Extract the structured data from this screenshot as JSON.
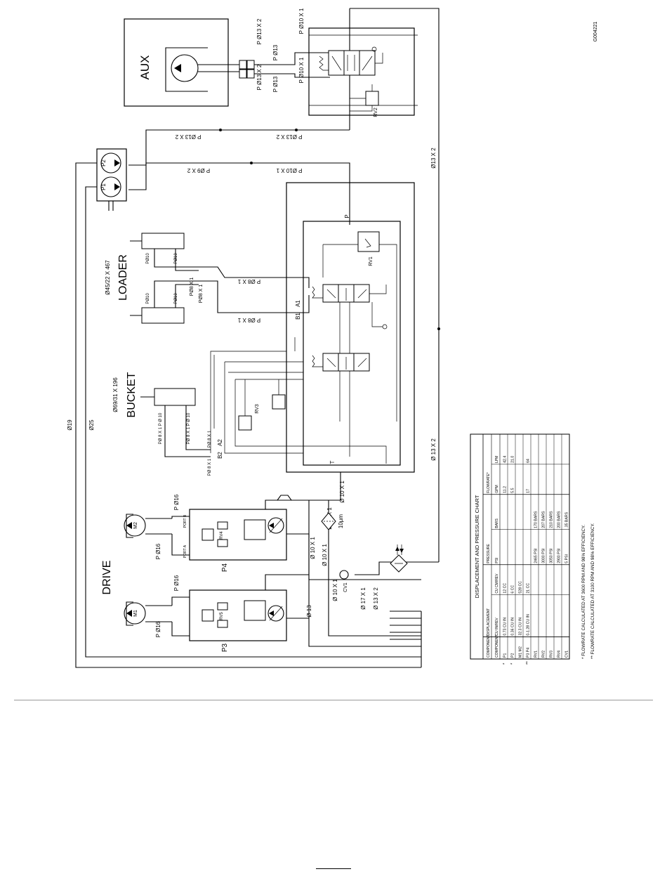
{
  "doc_id": "G004221",
  "section_labels": {
    "aux": "AUX",
    "loader": "LOADER",
    "loader_dim": "Ø45/22 X 467",
    "bucket": "BUCKET",
    "bucket_dim": "Ø69/31 X 196",
    "drive": "DRIVE"
  },
  "components": {
    "p1": "P1",
    "p2": "P2",
    "p3": "P3",
    "p4": "P4",
    "m1": "M1",
    "m2": "M2",
    "rv1": "RV1",
    "rv2": "RV2",
    "rv3": "RV3",
    "rv4": "RV4",
    "rv5": "RV5",
    "cv1": "CV1",
    "filter": "10µm",
    "port_a": "PORT A",
    "port_b": "PORT B",
    "a1": "A1",
    "b1": "B1",
    "a2": "A2",
    "b2": "B2",
    "p": "P",
    "t": "T"
  },
  "hose_labels": {
    "h_p013x2_a": "P Ø13 X 2",
    "h_p013_a": "P Ø13",
    "h_p010x1_a": "P Ø10 X 1",
    "h_p013x2_b": "P Ø13 X 2",
    "h_p013_b": "P Ø13",
    "h_p010x1_b": "P Ø10 X 1",
    "h_p013x2_c": "P Ø13 X 2",
    "h_p013x2_d": "P Ø13 X 2",
    "h_p09x2": "P Ø9 X 2",
    "h_p010x1_c": "P Ø10 X 1",
    "h_013x2_e": "Ø13 X 2",
    "h_013x2_f": "Ø 13 X 2",
    "h_019": "Ø19",
    "h_025": "Ø25",
    "h_p08x1_a": "P Ø8 X 1",
    "h_p08x1_b": "P Ø8 X 1",
    "h_p08x1_c": "PØ8 X 1",
    "h_p08x1_d": "PØ8 X 1",
    "h_p010_l1": "PØ10",
    "h_p010_l2": "PØ10",
    "h_p010_l3": "PØ10",
    "h_p010_l4": "PØ10",
    "h_bkt_1": "PØ 8 X 1  P Ø 10",
    "h_bkt_2": "PØ 8 X 1  P Ø 10",
    "h_bkt_3": "PØ 8 X 1",
    "h_bkt_4": "PØ 8 X 1",
    "h_p016_a": "P Ø16",
    "h_p016_b": "P Ø16",
    "h_p016_c": "P Ø16",
    "h_p016_d": "P Ø16",
    "h_010x1_a": "Ø 10 X 1",
    "h_010x1_b": "Ø 10 X 1",
    "h_010x1_c": "Ø 10 X 1",
    "h_010x1_d": "Ø 10 X 1",
    "h_010x1_e": "Ø 10 X 1",
    "h_013": "Ø 13",
    "h_017x1": "Ø 17 X 1",
    "h_013x2_g": "Ø 13 X 2"
  },
  "table": {
    "title": "DISPLACEMENT AND PRESSURE CHART",
    "group_headers": [
      "COMPONENT",
      "DISPLACEMENT",
      "PRESSURE",
      "FLOWRATE*"
    ],
    "headers": [
      "COMPONENT",
      "CU IN/REV",
      "CU CM/REV",
      "PSI",
      "BARS",
      "GPM",
      "LPM"
    ],
    "rows": [
      [
        "P1",
        "0.73 CU IN",
        "12 CC",
        "",
        "",
        "11.2",
        "42.4"
      ],
      [
        "P2",
        "0.36 CU IN",
        "6 CC",
        "",
        "",
        "5.5",
        "21.0"
      ],
      [
        "M1 M2",
        "32.3 CU IN",
        "528 CC",
        "",
        "",
        "",
        ""
      ],
      [
        "P3 P4",
        "0-1.28 CU IN",
        "21 CC",
        "",
        "",
        "17",
        "64"
      ],
      [
        "RV1",
        "",
        "",
        "2465 PSI",
        "170 BARS",
        "",
        ""
      ],
      [
        "RV2",
        "",
        "",
        "3000 PSI",
        "207 BARS",
        "",
        ""
      ],
      [
        "RV3",
        "",
        "",
        "3050 PSI",
        "210 BARS",
        "",
        ""
      ],
      [
        "RV4",
        "",
        "",
        "2900 PSI",
        "200 BARS",
        "",
        ""
      ],
      [
        "CV1",
        "",
        "",
        "5 PSI",
        ".35 BARS",
        "",
        ""
      ]
    ],
    "row_marks": [
      "*",
      "*",
      "",
      "**",
      "",
      "",
      "",
      "",
      ""
    ],
    "notes": [
      "* FLOWRATE CALCULATED AT 3600 RPM AND 98% EFFICIENCY.",
      "** FLOWRATE CALCULATED AT 3100 RPM AND 98% EFFICIENCY."
    ]
  }
}
